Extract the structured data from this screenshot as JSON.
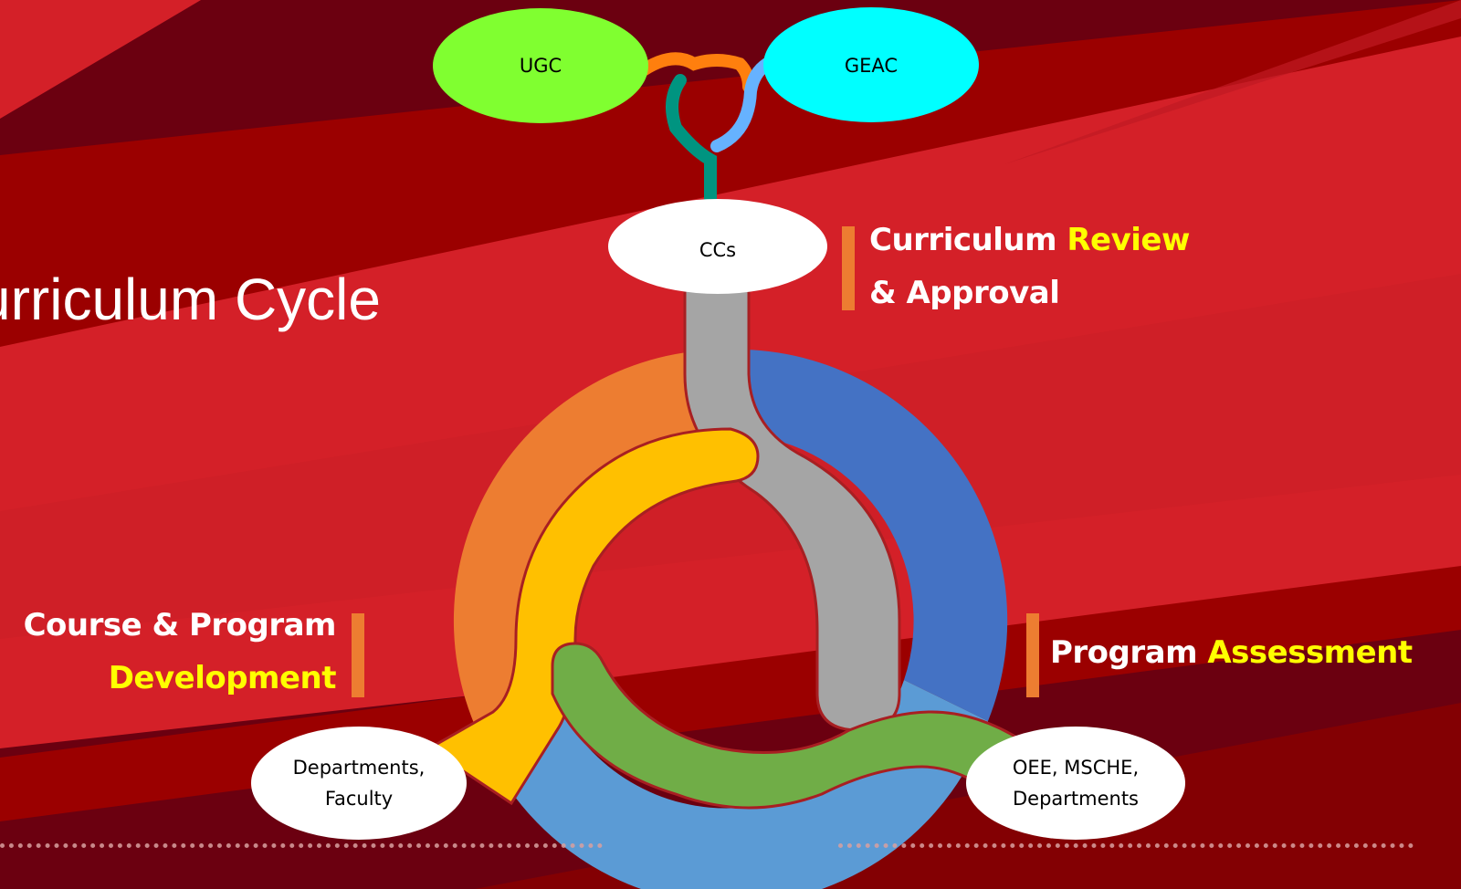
{
  "slide": {
    "title": "urriculum Cycle"
  },
  "nodes": {
    "ugc": "UGC",
    "geac": "GEAC",
    "ccs": "CCs",
    "departments_faculty": [
      "Departments,",
      "Faculty"
    ],
    "oee_msche": [
      "OEE, MSCHE,",
      "Departments"
    ]
  },
  "stages": {
    "review": {
      "white1": "Curriculum ",
      "yellow1": "Review",
      "white2": "& Approval"
    },
    "development": {
      "white1": "Course & Program",
      "yellow1": "Development"
    },
    "assessment": {
      "white1": "Program ",
      "yellow1": "Assessment"
    }
  },
  "colors": {
    "bg_dark": "#6b0010",
    "bg_red": "#d42028",
    "orange": "#ed7d31",
    "blue": "#4472c4",
    "light_blue": "#5b9bd5",
    "gray": "#a5a5a5",
    "yellow": "#ffc000",
    "green": "#70ad47",
    "ugc_green": "#80ff30",
    "geac_cyan": "#00ffff",
    "accent_yellow": "#ffff00"
  }
}
